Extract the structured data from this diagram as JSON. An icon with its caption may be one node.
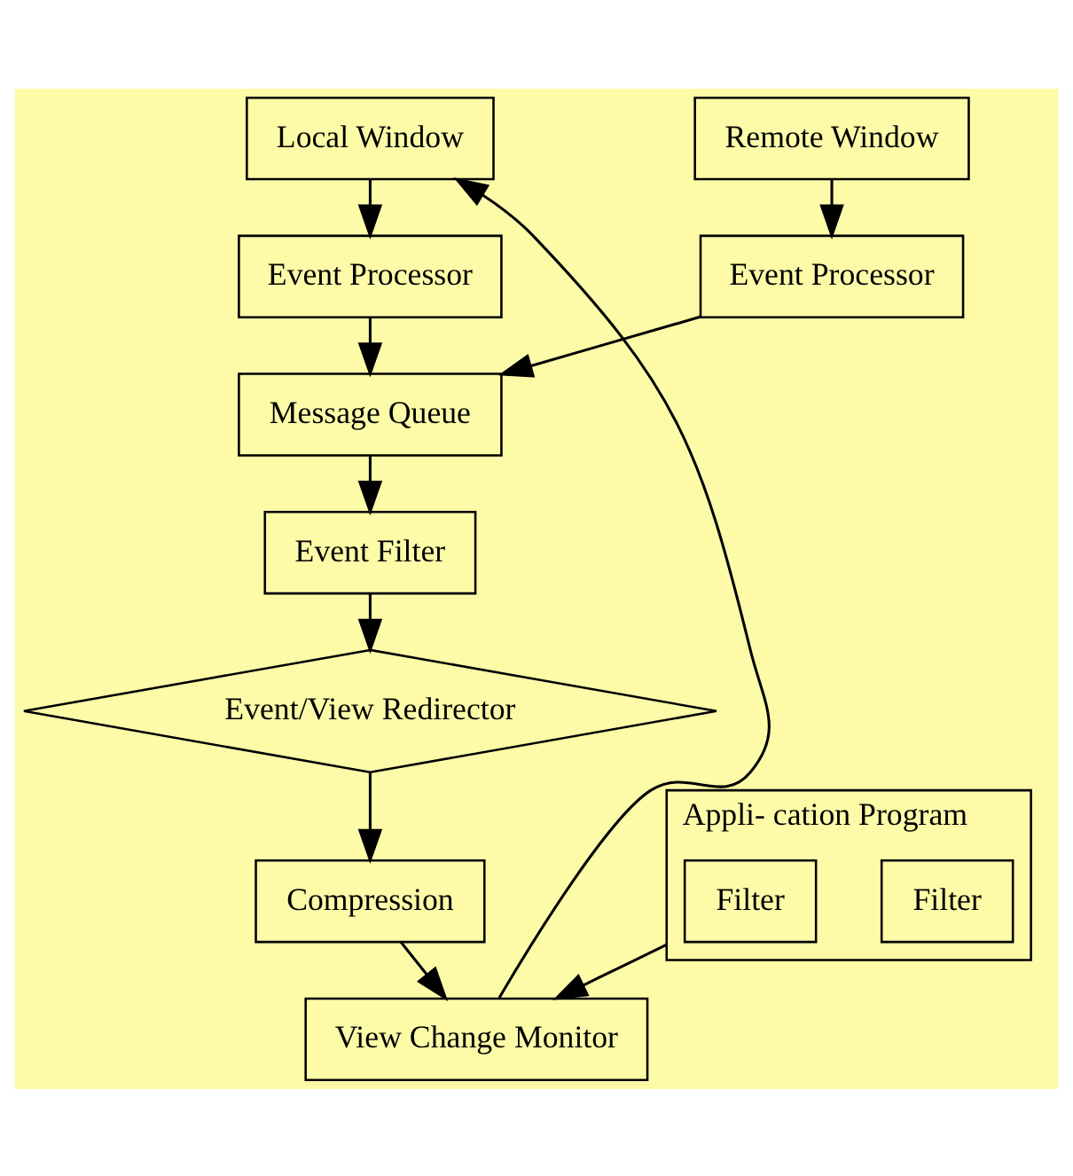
{
  "diagram": {
    "nodes": [
      {
        "text": [
          "Local Window"
        ]
      },
      {
        "text": [
          "Remote Window"
        ]
      },
      {
        "text": [
          "Event Processor"
        ]
      },
      {
        "text": [
          "Event Processor"
        ]
      },
      {
        "text": [
          "Message Queue"
        ]
      },
      {
        "text": [
          "Event Filter"
        ]
      },
      {
        "text": [
          "Event/View Redirector"
        ]
      },
      {
        "text": [
          "Compression"
        ]
      },
      {
        "text": [
          "View Change Monitor"
        ]
      },
      {
        "text": [
          "Appli- cation Program"
        ]
      },
      {
        "text": [
          "Filter"
        ],
        "in": 9
      },
      {
        "text": [
          "Filter"
        ],
        "in": 9
      }
    ],
    "edges": [
      {
        "from": 0,
        "to": 2,
        "arrow": "to"
      },
      {
        "from": 1,
        "to": 3,
        "arrow": "to"
      },
      {
        "from": 2,
        "to": 4,
        "arrow": "to"
      },
      {
        "from": 3,
        "to": 4,
        "arrow": "to"
      },
      {
        "from": 4,
        "to": 5,
        "arrow": "to"
      },
      {
        "from": 5,
        "to": 6,
        "arrow": "to"
      },
      {
        "from": 6,
        "to": 7,
        "arrow": "to"
      },
      {
        "from": 7,
        "to": 8,
        "arrow": "to"
      },
      {
        "from": 8,
        "to": 0,
        "arrow": "to"
      },
      {
        "from": 9,
        "to": 8,
        "arrow": "to"
      }
    ]
  }
}
